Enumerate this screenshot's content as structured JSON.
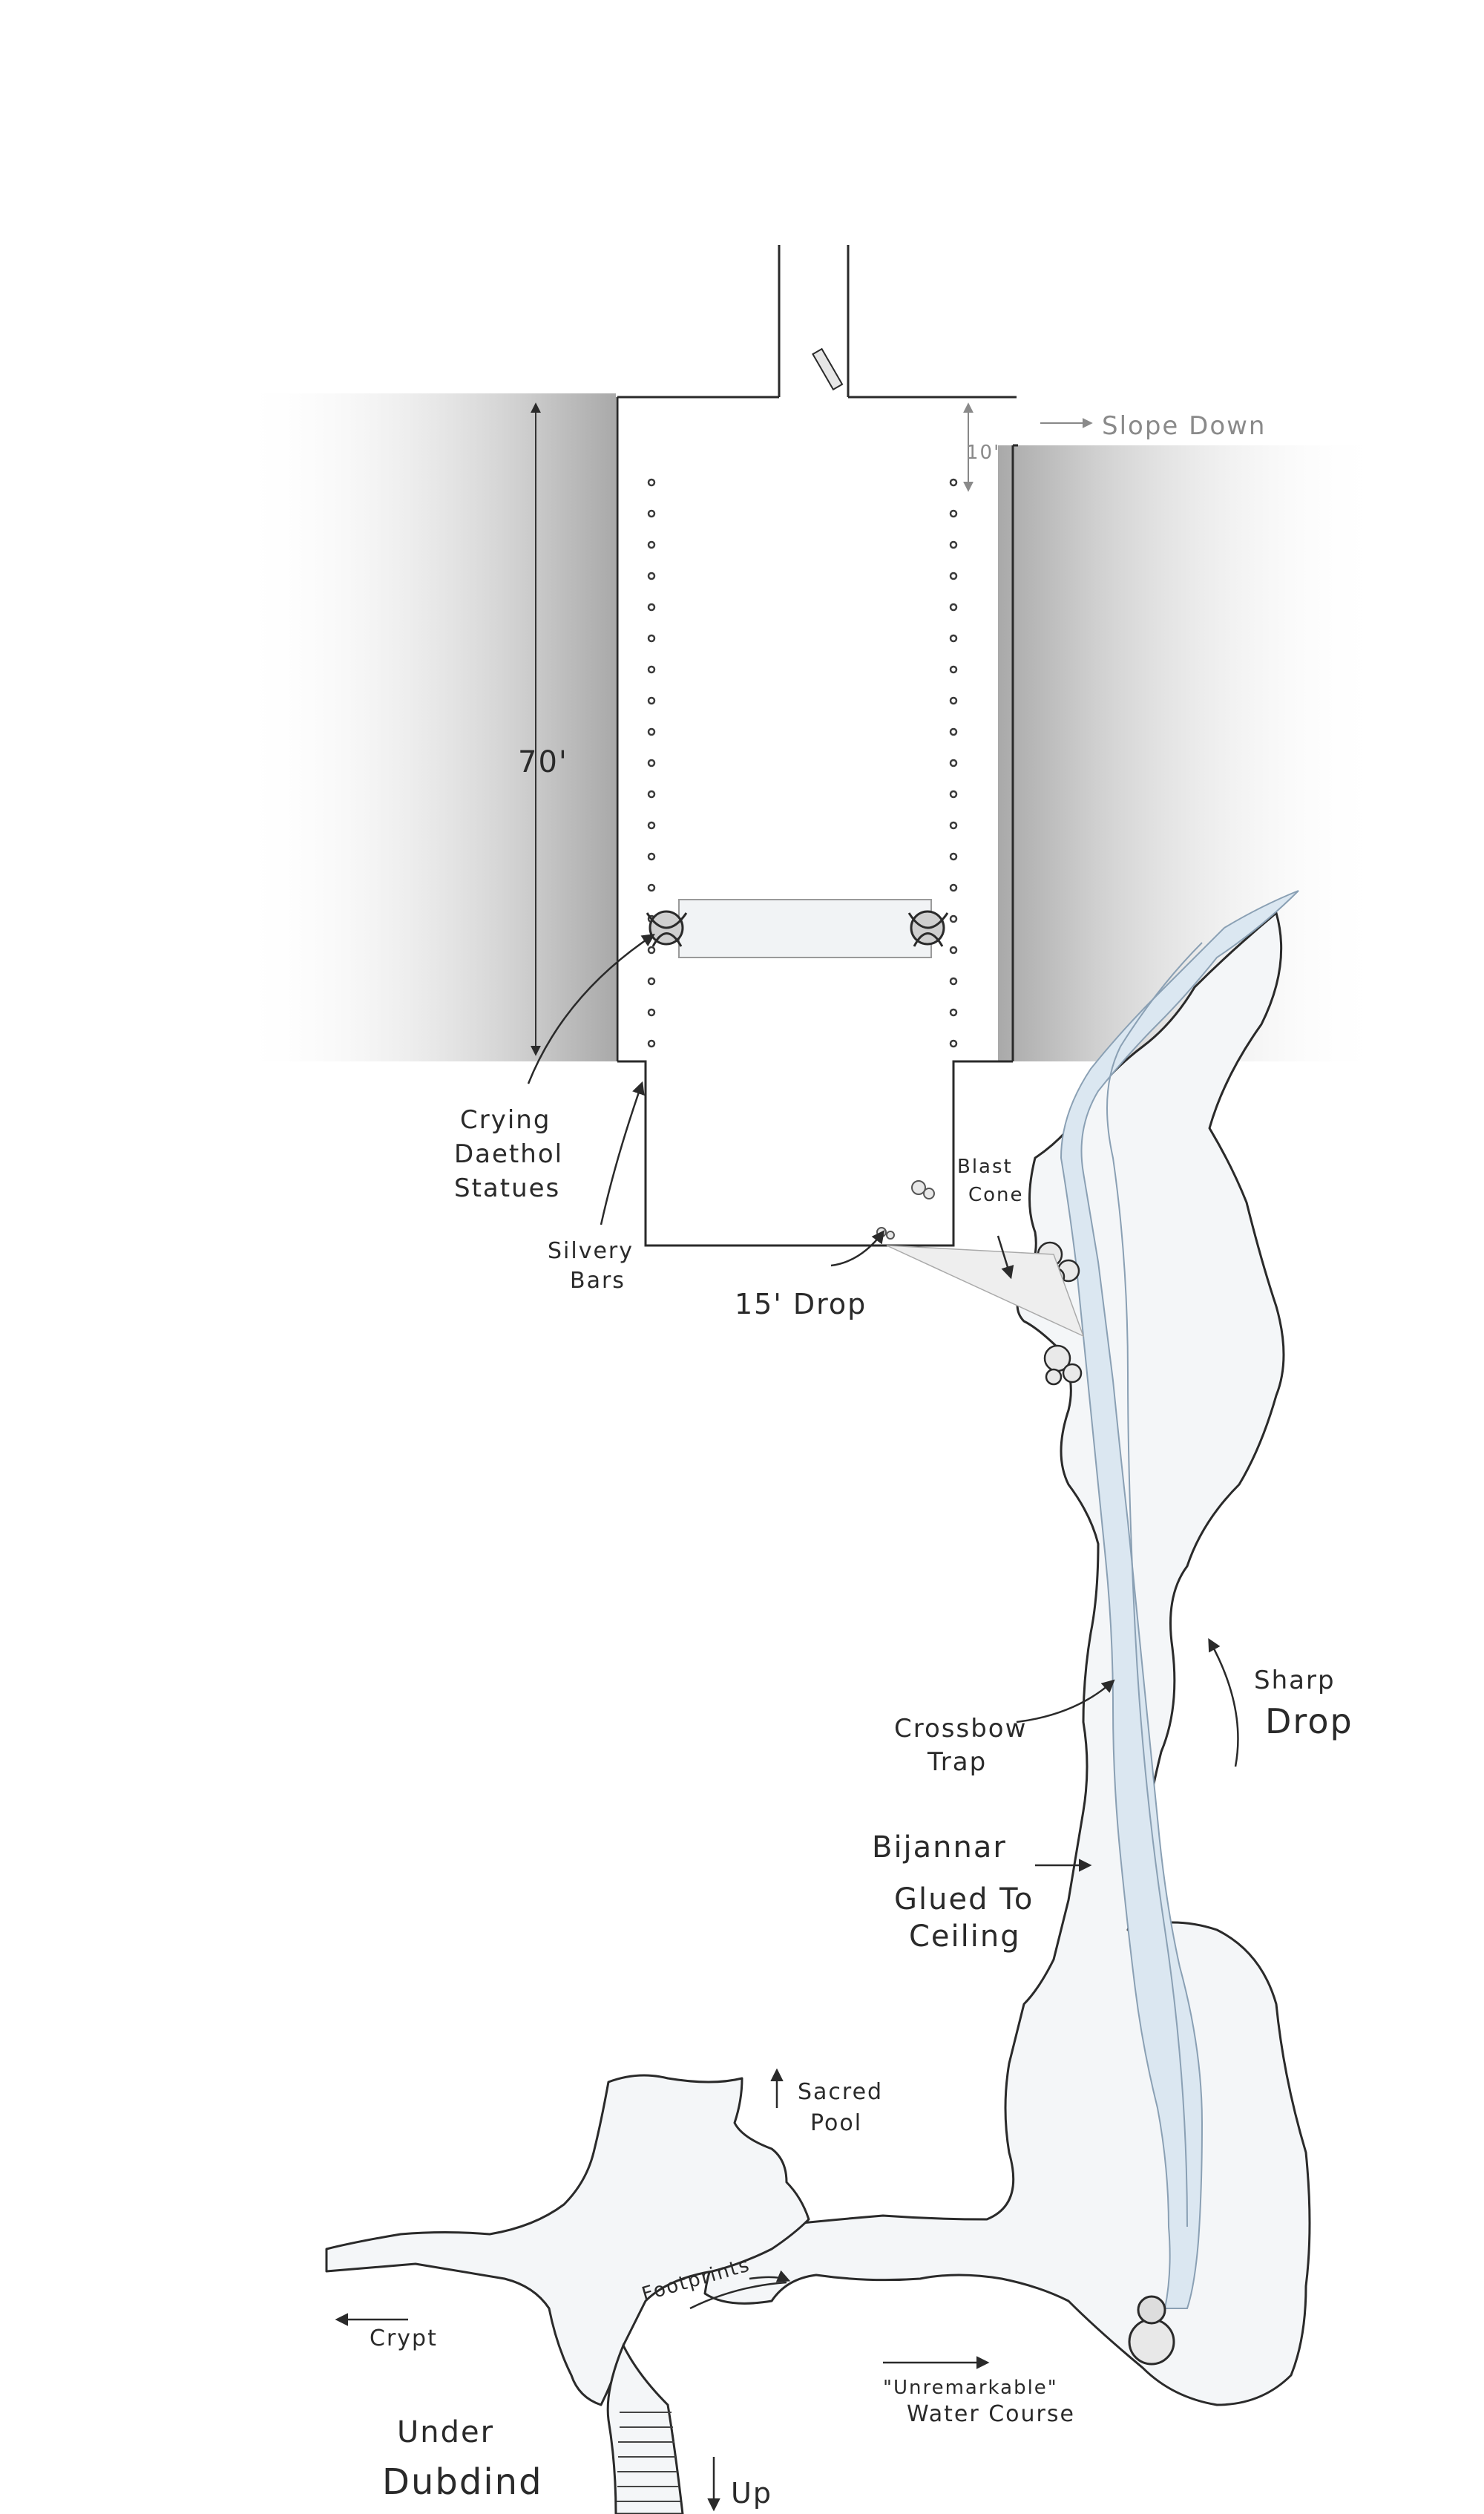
{
  "labels": {
    "slope_down": "Slope Down",
    "ten_ft": "10'",
    "seventy_ft": "70'",
    "statues": [
      "Crying",
      "Daethol",
      "Statues"
    ],
    "silvery_bars": [
      "Silvery",
      "Bars"
    ],
    "fifteen_drop": "15' Drop",
    "blast_cone": [
      "Blast",
      "Cone"
    ],
    "sharp_drop": [
      "Sharp",
      "Drop"
    ],
    "crossbow_trap": [
      "Crossbow",
      "Trap"
    ],
    "bijannar": [
      "Bijannar",
      "Glued To",
      "Ceiling"
    ],
    "sacred_pool": [
      "Sacred",
      "Pool"
    ],
    "footprints": "Footprints",
    "crypt": "Crypt",
    "unremarkable": [
      "\"Unremarkable\"",
      "Water Course"
    ],
    "under_dubdind": [
      "Under",
      "Dubdind"
    ],
    "up": "Up"
  },
  "colors": {
    "ink": "#2a2a2a",
    "wall_shade": "#bdbdbd",
    "water": "#dbe7f1",
    "cave_floor": "#f4f6f8"
  }
}
